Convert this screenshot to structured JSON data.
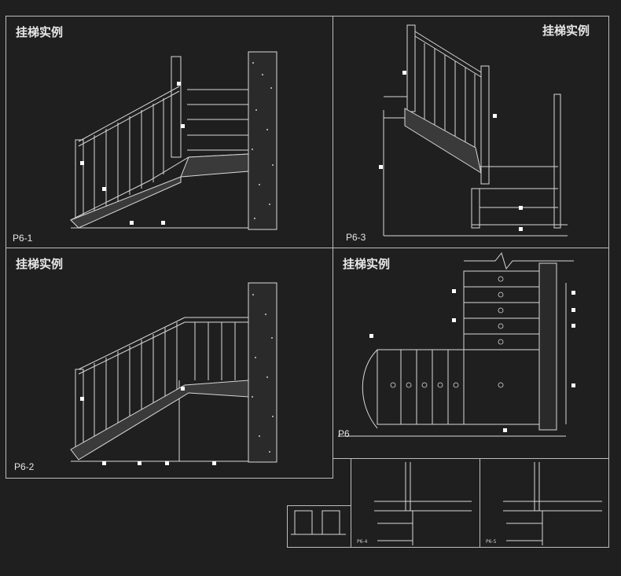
{
  "colors": {
    "background": "#1f1f1f",
    "frame": "#bdbdbd",
    "line": "#d8d8d8",
    "wall": "#2a2a2a"
  },
  "panels": {
    "p61": {
      "title": "挂梯实例",
      "code": "P6-1"
    },
    "p63": {
      "title": "挂梯实例",
      "code": "P6-3"
    },
    "p62": {
      "title": "挂梯实例",
      "code": "P6-2"
    },
    "p6": {
      "title": "挂梯实例",
      "code": "P6"
    },
    "p64": {
      "code": "P6-4"
    },
    "p65": {
      "code": "P6-5"
    }
  }
}
